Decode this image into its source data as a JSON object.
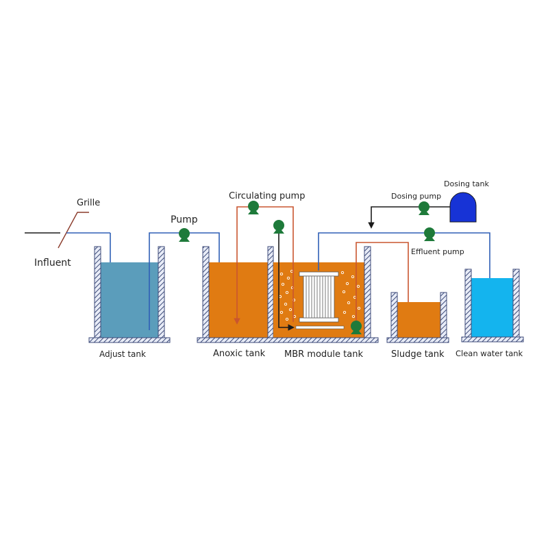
{
  "labels": {
    "grille": "Grille",
    "influent": "Influent",
    "pump": "Pump",
    "circulating_pump": "Circulating pump",
    "dosing_pump": "Dosing pump",
    "dosing_tank": "Dosing tank",
    "effluent_pump": "Effluent pump",
    "adjust_tank": "Adjust tank",
    "anoxic_tank": "Anoxic tank",
    "mbr_module_tank": "MBR module tank",
    "sludge_tank": "Sludge tank",
    "clean_water_tank": "Clean water tank"
  },
  "colors": {
    "adjust_water": "#5b9dbb",
    "sludge_water": "#e07b12",
    "clean_water": "#14b4ee",
    "pump": "#1e7a3a",
    "dosing_tank": "#1733d6",
    "pipe_blue": "#2f5fb6",
    "pipe_red": "#c9552f",
    "pipe_black": "#1a1a1a",
    "grille_line": "#8a3a2a"
  },
  "icons": [
    "pump-icon",
    "dosing-tank-icon",
    "membrane-module-icon",
    "grille-icon"
  ]
}
